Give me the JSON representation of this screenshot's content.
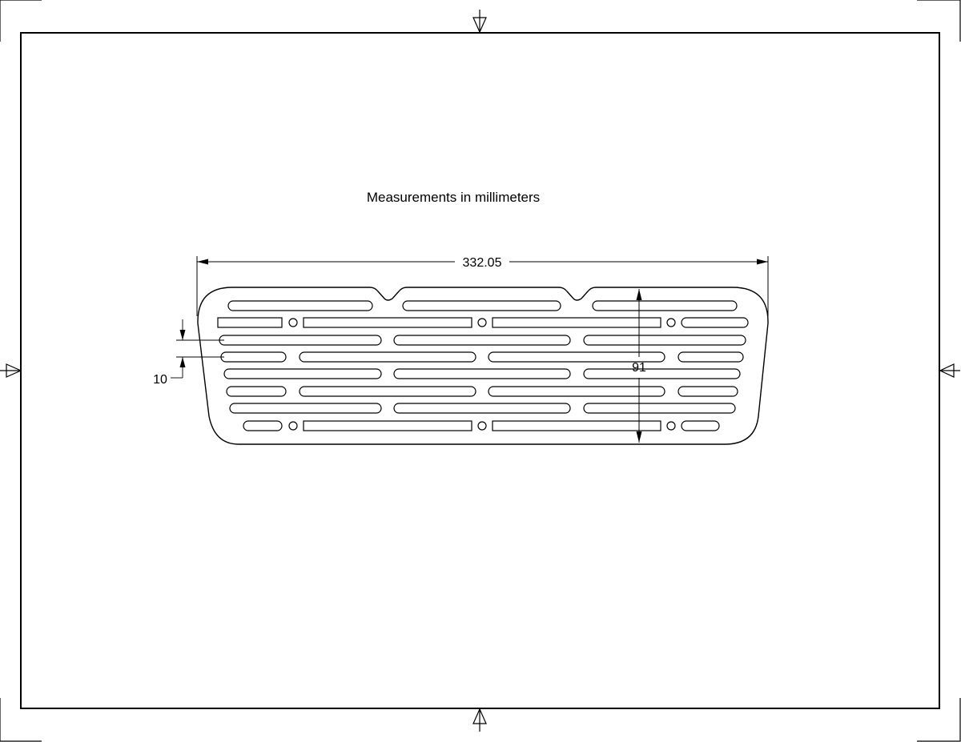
{
  "sheet": {
    "note": "Measurements in millimeters",
    "border_color": "#000000",
    "background": "#ffffff"
  },
  "part": {
    "name": "vent-grille-plate",
    "outline_color": "#000000",
    "rows_of_slots": 8
  },
  "dimensions": {
    "width": "332.05",
    "height": "91",
    "slot_pitch": "10"
  }
}
